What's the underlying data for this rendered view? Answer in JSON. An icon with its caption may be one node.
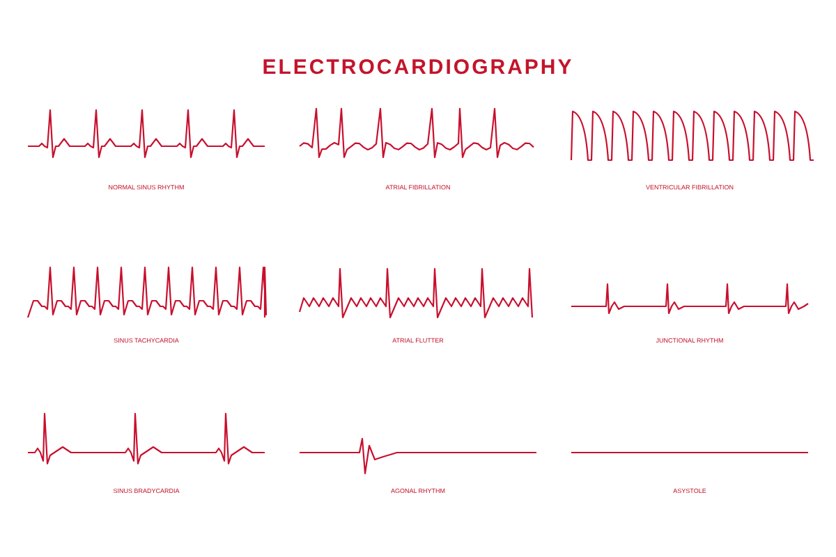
{
  "diagram": {
    "title": "ELECTROCARDIOGRAPHY",
    "labels": [
      "NORMAL SINUS RHYTHM",
      "ATRIAL FIBRILLATION",
      "VENTRICULAR FIBRILLATION",
      "SINUS TACHYCARDIA",
      "ATRIAL FLUTTER",
      "JUNCTIONAL RHYTHM",
      "SINUS BRADYCARDIA",
      "AGONAL RHYTHM",
      "ASYSTOLE"
    ]
  }
}
